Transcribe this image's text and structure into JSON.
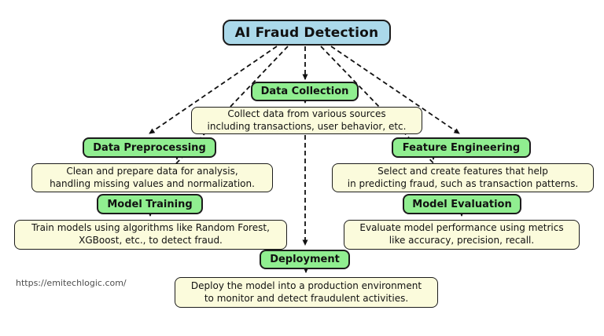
{
  "title": "AI Fraud Detection flowchart",
  "colors": {
    "background": "#ffffff",
    "root_fill": "#abd9ea",
    "step_fill": "#90ee90",
    "desc_fill": "#fbfbdc",
    "border": "#1c1c1c",
    "edge": "#111111",
    "watermark_text": "#4d4d4d"
  },
  "nodes": {
    "root": {
      "label": "AI Fraud Detection"
    },
    "data_collection": {
      "label": "Data Collection",
      "desc": [
        "Collect data from various sources",
        "including transactions, user behavior, etc."
      ]
    },
    "data_preprocessing": {
      "label": "Data Preprocessing",
      "desc": [
        "Clean and prepare data for analysis,",
        "handling missing values and normalization."
      ]
    },
    "feature_engineering": {
      "label": "Feature Engineering",
      "desc": [
        "Select and create features that help",
        "in predicting fraud, such as transaction patterns."
      ]
    },
    "model_training": {
      "label": "Model Training",
      "desc": [
        "Train models using algorithms like Random Forest,",
        "XGBoost, etc., to detect fraud."
      ]
    },
    "model_evaluation": {
      "label": "Model Evaluation",
      "desc": [
        "Evaluate model performance using metrics",
        "like accuracy, precision, recall."
      ]
    },
    "deployment": {
      "label": "Deployment",
      "desc": [
        "Deploy the model into a production environment",
        "to monitor and detect fraudulent activities."
      ]
    }
  },
  "edges": [
    {
      "from": "AI Fraud Detection",
      "to": "Data Collection",
      "style": "dashed"
    },
    {
      "from": "AI Fraud Detection",
      "to": "Data Preprocessing",
      "style": "dashed"
    },
    {
      "from": "AI Fraud Detection",
      "to": "Feature Engineering",
      "style": "dashed"
    },
    {
      "from": "AI Fraud Detection",
      "to": "Model Training",
      "style": "dashed"
    },
    {
      "from": "AI Fraud Detection",
      "to": "Model Evaluation",
      "style": "dashed"
    },
    {
      "from": "AI Fraud Detection",
      "to": "Deployment",
      "style": "dashed"
    },
    {
      "from": "Data Collection",
      "to": "Data Collection description",
      "style": "solid-arrow"
    },
    {
      "from": "Data Preprocessing",
      "to": "Data Preprocessing description",
      "style": "solid-arrow"
    },
    {
      "from": "Feature Engineering",
      "to": "Feature Engineering description",
      "style": "solid-arrow"
    },
    {
      "from": "Model Training",
      "to": "Model Training description",
      "style": "solid-arrow"
    },
    {
      "from": "Model Evaluation",
      "to": "Model Evaluation description",
      "style": "solid-arrow"
    },
    {
      "from": "Deployment",
      "to": "Deployment description",
      "style": "solid-arrow"
    }
  ],
  "watermark": {
    "text": "https://emitechlogic.com/"
  }
}
